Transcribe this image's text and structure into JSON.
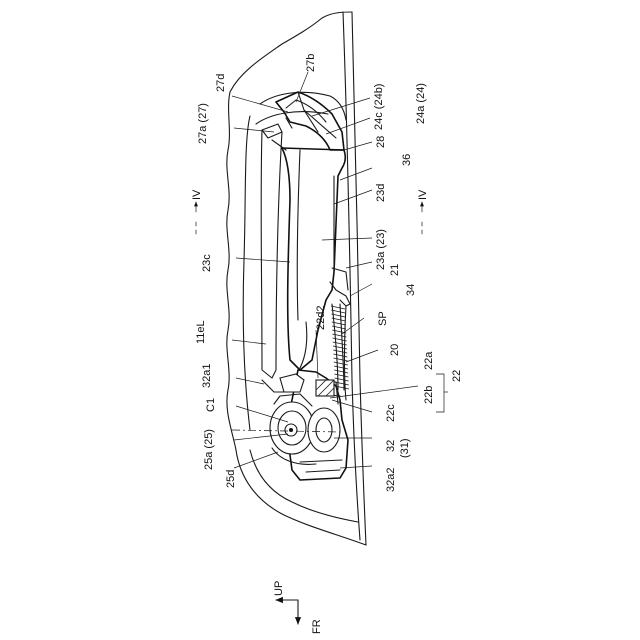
{
  "labels": {
    "l27b": "27b",
    "l27d": "27d",
    "l24c": "24c (24b)",
    "l27a": "27a (27)",
    "l24a": "24a (24)",
    "l28": "28",
    "l36": "36",
    "l23d": "23d",
    "lIVleft": "IV",
    "lIVright": "IV",
    "l23a": "23a (23)",
    "l23c": "23c",
    "l21": "21",
    "l34": "34",
    "l11eL": "11eL",
    "lSP": "SP",
    "l22d2": "22d2",
    "l20": "20",
    "l32a1": "32a1",
    "l22a": "22a",
    "l22b": "22b",
    "l22": "22",
    "lC1": "C1",
    "l22c": "22c",
    "l25a": "25a (25)",
    "l32": "32",
    "l31": "(31)",
    "l25d": "25d",
    "l32a2": "32a2"
  },
  "orientation": {
    "up": "UP",
    "fr": "FR"
  }
}
